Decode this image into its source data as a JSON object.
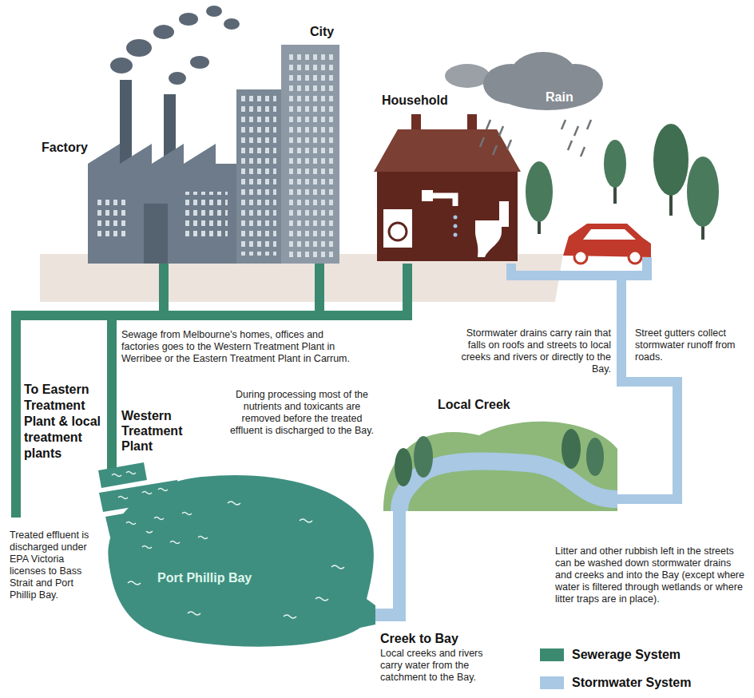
{
  "diagram": {
    "nodes": [
      {
        "text": [
          "Factory"
        ]
      },
      {
        "text": [
          "City"
        ]
      },
      {
        "text": [
          "Household"
        ]
      },
      {
        "text": [
          "Rain"
        ]
      },
      {
        "text": [
          "Western Treatment Plant"
        ]
      },
      {
        "text": [
          "Local Creek"
        ]
      },
      {
        "text": [
          "Port Phillip Bay"
        ]
      }
    ],
    "edges": [
      {
        "from": 0,
        "to": 4,
        "arrow": "none"
      },
      {
        "from": 1,
        "to": 4,
        "arrow": "none"
      },
      {
        "from": 2,
        "to": 4,
        "arrow": "none"
      },
      {
        "from": 2,
        "to": 5,
        "arrow": "none"
      },
      {
        "from": 5,
        "to": 6,
        "arrow": "none"
      }
    ],
    "labels": [
      "Sewage from Melbourne's homes, offices and factories goes to the Western Treatment Plant in Werribee or the Eastern Treatment Plant in Carrum.",
      "Stormwater drains carry rain that falls on roofs and streets to local creeks and rivers or directly to the Bay.",
      "Street gutters collect stormwater runoff from roads.",
      "To Eastern Treatment Plant & local treatment plants",
      "During processing most of the nutrients and toxicants are removed before the treated effluent is discharged to the Bay.",
      "Treated effluent is discharged under EPA Victoria licenses to Bass Strait and Port Phillip Bay.",
      "Litter and other rubbish left in the streets can be washed down stormwater drains and creeks and into the Bay (except where water is filtered through wetlands or where litter traps are in place).",
      "Creek to Bay",
      "Local creeks and rivers carry water from the catchment to the Bay."
    ],
    "legend": [
      {
        "text": "Sewerage System",
        "color": "#3b8a70"
      },
      {
        "text": "Stormwater System",
        "color": "#a8c8e4"
      }
    ]
  }
}
